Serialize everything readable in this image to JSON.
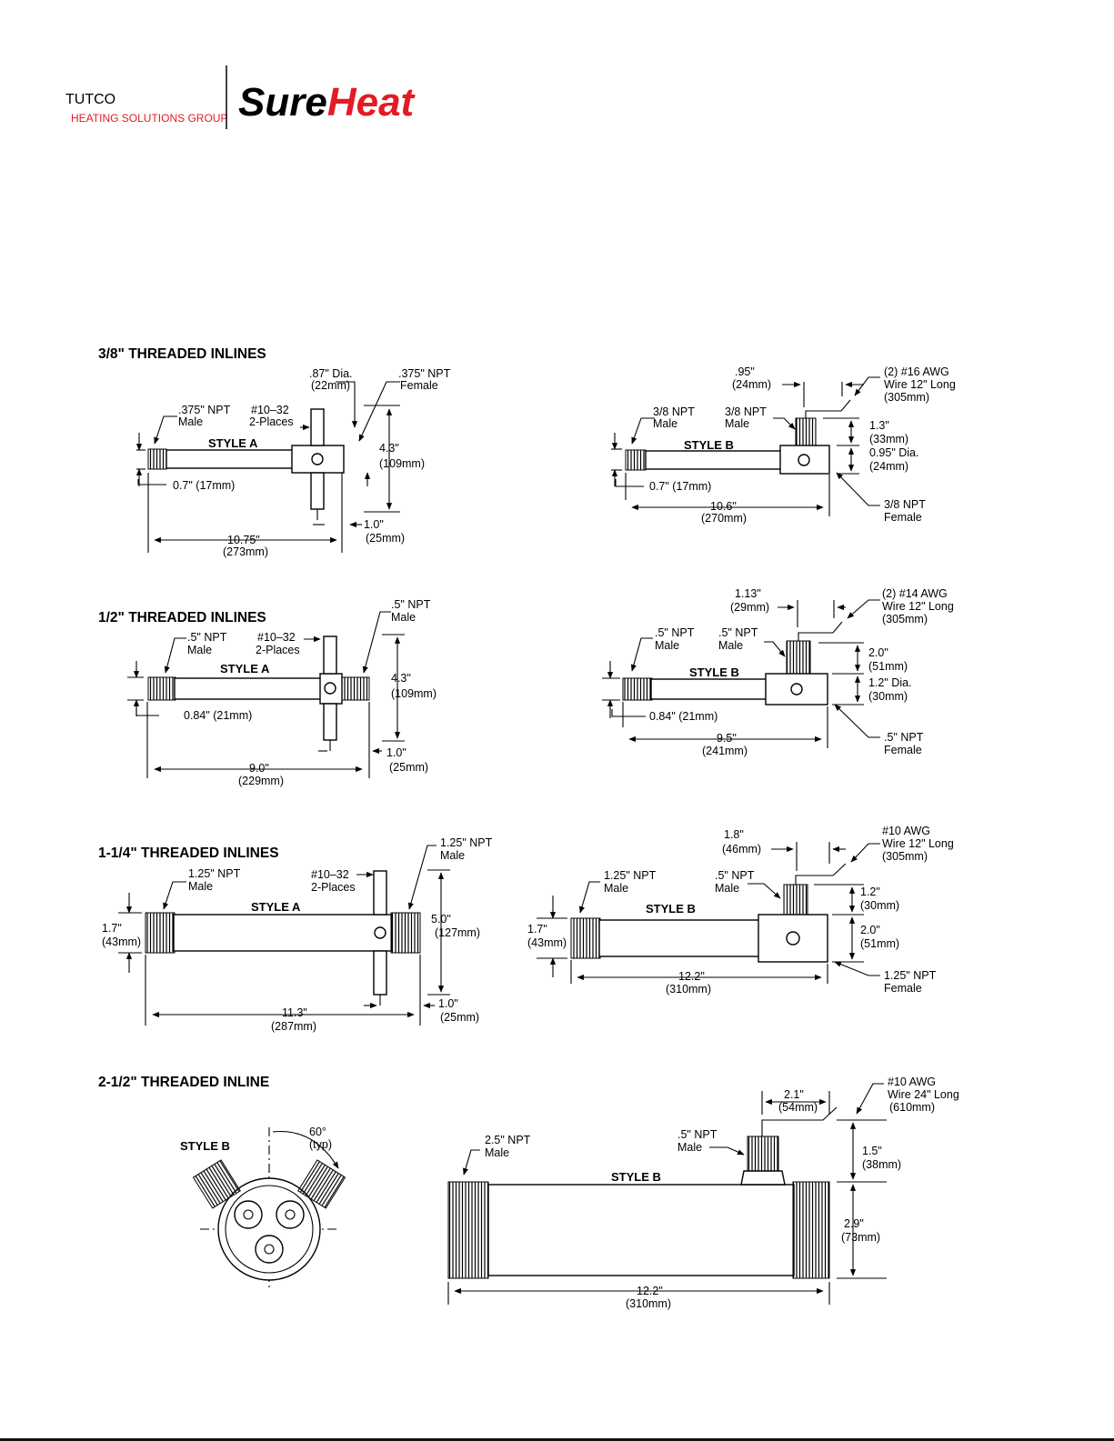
{
  "logo": {
    "brand": "TUTCO",
    "tagline": "HEATING SOLUTIONS GROUP",
    "product_prefix": "Sure",
    "product_suffix": "Heat",
    "colors": {
      "red": "#e31b23",
      "black": "#000000"
    }
  },
  "sections": [
    {
      "heading": "3/8\" THREADED INLINES",
      "style_a": {
        "style": "STYLE A",
        "labels": {
          "dia": ".87\" Dia.",
          "dia_mm": "(22mm)",
          "female": ".375\" NPT",
          "female_sub": "Female",
          "male": ".375\" NPT",
          "male_sub": "Male",
          "screw": "#10–32",
          "screw_sub": "2-Places",
          "height": "4.3\"",
          "height_mm": "(109mm)",
          "thread": "0.7\" (17mm)",
          "offset": "1.0\"",
          "offset_mm": "(25mm)",
          "length": "10.75\"",
          "length_mm": "(273mm)"
        }
      },
      "style_b": {
        "style": "STYLE B",
        "labels": {
          "tee": ".95\"",
          "tee_mm": "(24mm)",
          "wire": "(2) #16 AWG",
          "wire_2": "Wire 12\" Long",
          "wire_3": "(305mm)",
          "male": "3/8 NPT",
          "male_sub": "Male",
          "port": "3/8 NPT",
          "port_sub": "Male",
          "rise": "1.3\"",
          "rise_mm": "(33mm)",
          "dia": "0.95\" Dia.",
          "dia_mm": "(24mm)",
          "thread": "0.7\" (17mm)",
          "length": "10.6\"",
          "length_mm": "(270mm)",
          "female": "3/8 NPT",
          "female_sub": "Female"
        }
      }
    },
    {
      "heading": "1/2\" THREADED INLINES",
      "style_a": {
        "style": "STYLE A",
        "labels": {
          "female": ".5\" NPT",
          "female_sub": "Male",
          "male": ".5\" NPT",
          "male_sub": "Male",
          "screw": "#10–32",
          "screw_sub": "2-Places",
          "height": "4.3\"",
          "height_mm": "(109mm)",
          "thread": "0.84\" (21mm)",
          "offset": "1.0\"",
          "offset_mm": "(25mm)",
          "length": "9.0\"",
          "length_mm": "(229mm)"
        }
      },
      "style_b": {
        "style": "STYLE B",
        "labels": {
          "tee": "1.13\"",
          "tee_mm": "(29mm)",
          "wire": "(2) #14 AWG",
          "wire_2": "Wire 12\" Long",
          "wire_3": "(305mm)",
          "male": ".5\" NPT",
          "male_sub": "Male",
          "port": ".5\" NPT",
          "port_sub": "Male",
          "rise": "2.0\"",
          "rise_mm": "(51mm)",
          "dia": "1.2\" Dia.",
          "dia_mm": "(30mm)",
          "thread": "0.84\" (21mm)",
          "length": "9.5\"",
          "length_mm": "(241mm)",
          "female": ".5\" NPT",
          "female_sub": "Female"
        }
      }
    },
    {
      "heading": "1-1/4\" THREADED INLINES",
      "style_a": {
        "style": "STYLE A",
        "labels": {
          "female": "1.25\" NPT",
          "female_sub": "Male",
          "male": "1.25\" NPT",
          "male_sub": "Male",
          "screw": "#10–32",
          "screw_sub": "2-Places",
          "height": "5.0\"",
          "height_mm": "(127mm)",
          "dia": "1.7\"",
          "dia_mm": "(43mm)",
          "offset": "1.0\"",
          "offset_mm": "(25mm)",
          "length": "11.3\"",
          "length_mm": "(287mm)"
        }
      },
      "style_b": {
        "style": "STYLE B",
        "labels": {
          "tee": "1.8\"",
          "tee_mm": "(46mm)",
          "wire": "#10 AWG",
          "wire_2": "Wire 12\" Long",
          "wire_3": "(305mm)",
          "male": "1.25\" NPT",
          "male_sub": "Male",
          "port": ".5\" NPT",
          "port_sub": "Male",
          "rise": "1.2\"",
          "rise_mm": "(30mm)",
          "block": "2.0\"",
          "block_mm": "(51mm)",
          "dia": "1.7\"",
          "dia_mm": "(43mm)",
          "length": "12.2\"",
          "length_mm": "(310mm)",
          "female": "1.25\" NPT",
          "female_sub": "Female"
        }
      }
    },
    {
      "heading": "2-1/2\" THREADED INLINE",
      "end_view": {
        "style": "STYLE B",
        "angle": "60°",
        "angle_sub": "(typ)"
      },
      "side_view": {
        "style": "STYLE B",
        "labels": {
          "male": "2.5\" NPT",
          "male_sub": "Male",
          "port": ".5\" NPT",
          "port_sub": "Male",
          "tee": "2.1\"",
          "tee_mm": "(54mm)",
          "wire": "#10 AWG",
          "wire_2": "Wire 24\" Long",
          "wire_3": "(610mm)",
          "rise": "1.5\"",
          "rise_mm": "(38mm)",
          "dia": "2.9\"",
          "dia_mm": "(73mm)",
          "length": "12.2\"",
          "length_mm": "(310mm)"
        }
      }
    }
  ]
}
